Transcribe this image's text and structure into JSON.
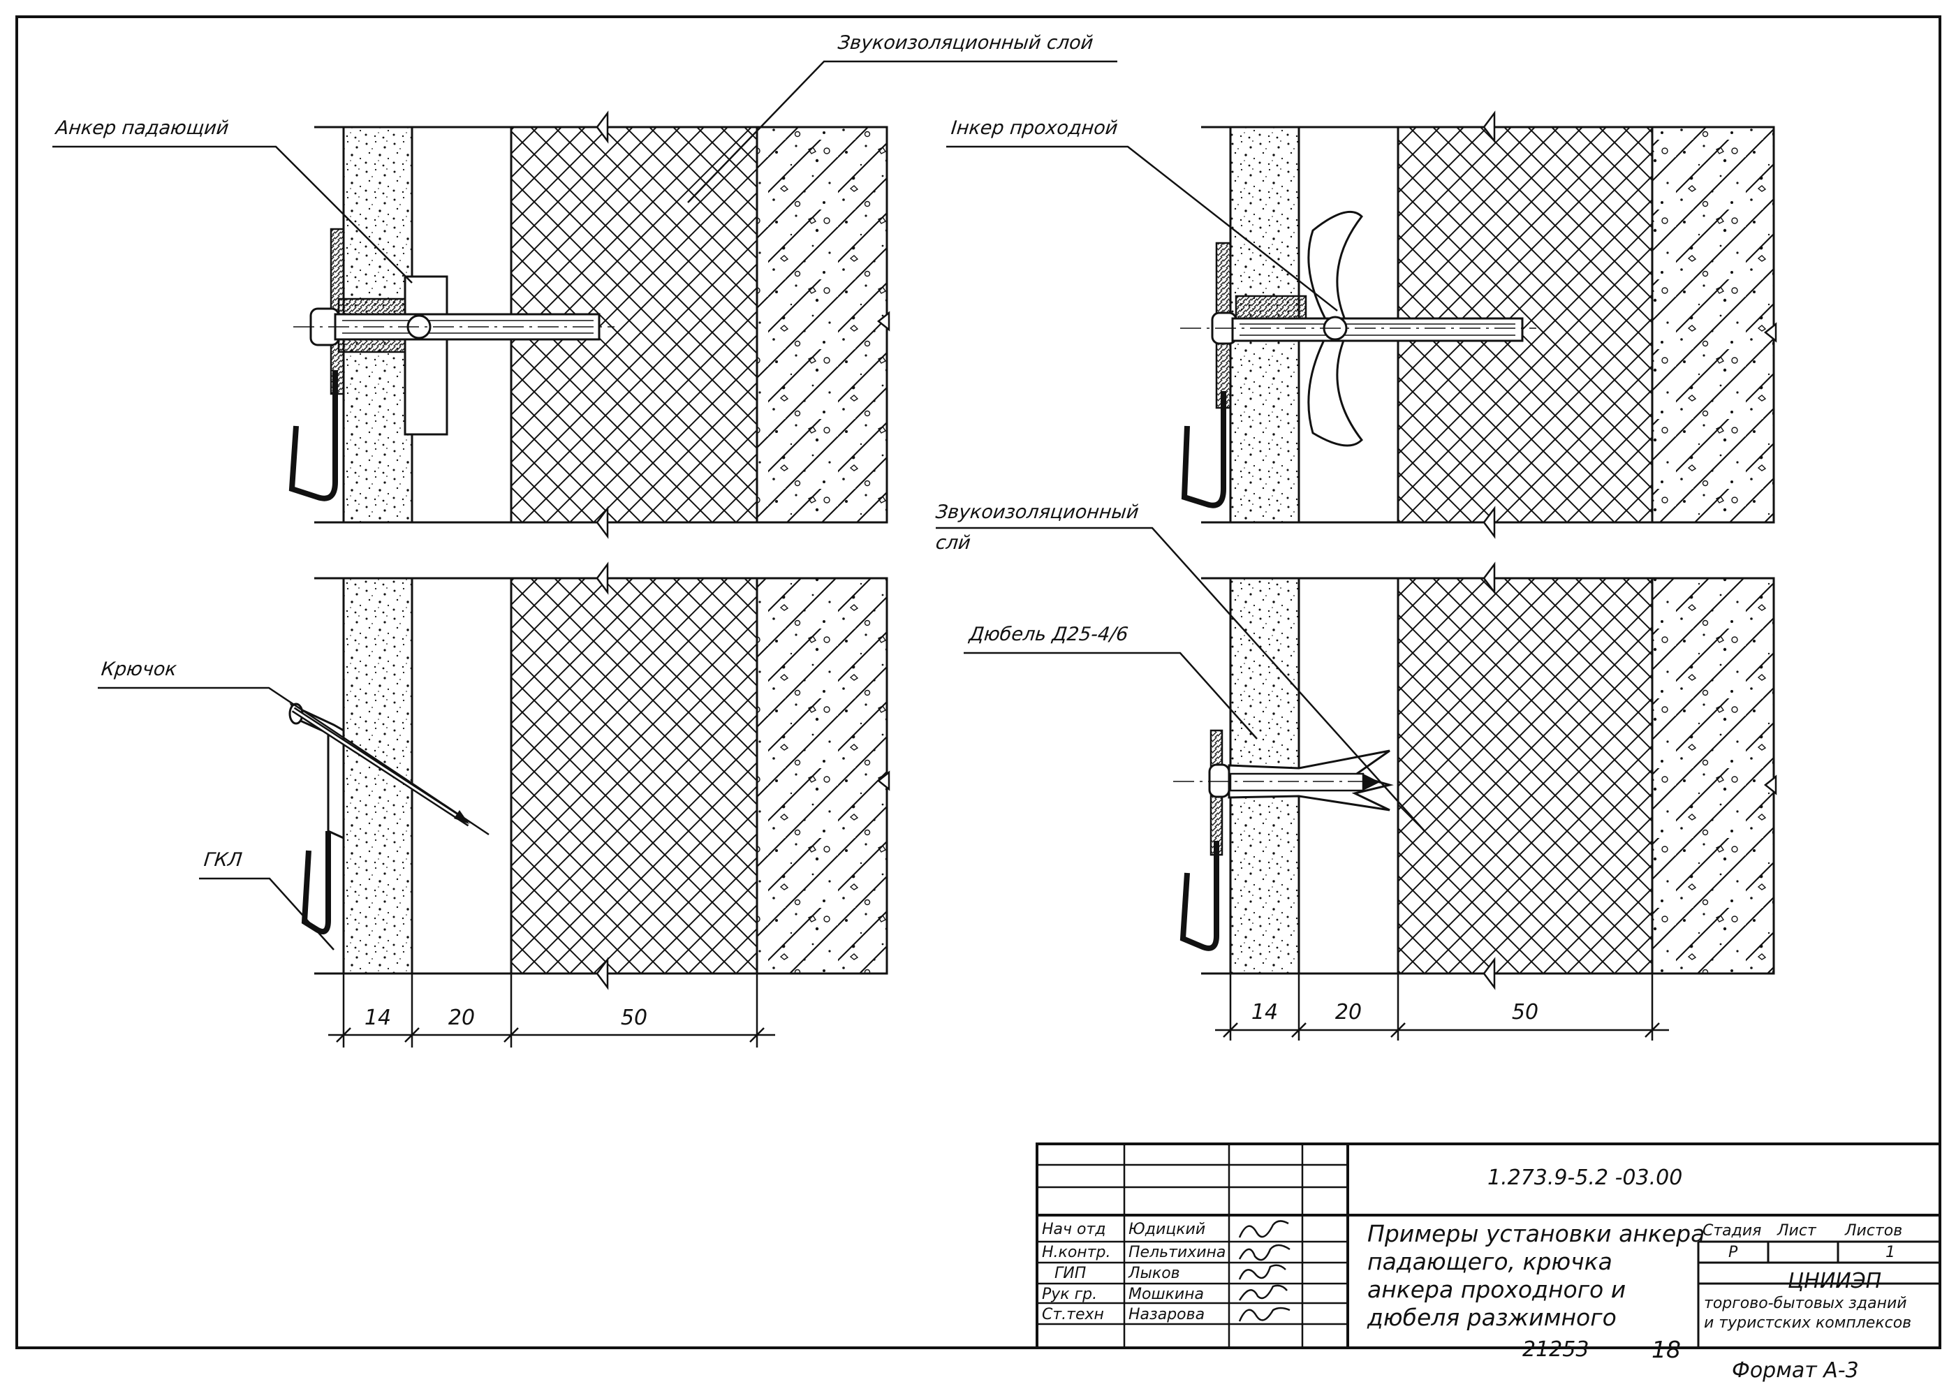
{
  "labels": {
    "falling_anchor": "Анкер падающий",
    "sound_layer_top": "Звукоизоляционный слой",
    "through_anchor": "Інкер проходной",
    "sound_layer_mid": "Звукоизоляционный",
    "sound_layer_mid_2": "слй",
    "dowel": "Дюбель Д25-4/6",
    "hook": "Крючок",
    "gkl": "ГКЛ"
  },
  "dimensions": {
    "left": [
      "14",
      "20",
      "50"
    ],
    "right": [
      "14",
      "20",
      "50"
    ]
  },
  "title_block": {
    "code": "1.273.9-5.2 -03.00",
    "title_lines": [
      "Примеры установки анкера",
      "падающего, крючка",
      "анкера проходного и",
      "дюбеля разжимного"
    ],
    "roles": [
      {
        "role": "Нач отд",
        "name": "Юдицкий"
      },
      {
        "role": "Н.контр.",
        "name": "Пельтихина"
      },
      {
        "role": "ГИП",
        "name": "Лыков"
      },
      {
        "role": "Рук гр.",
        "name": "Мошкина"
      },
      {
        "role": "Ст.техн",
        "name": "Назарова"
      }
    ],
    "stage_header": "Стадия",
    "sheet_header": "Лист",
    "sheets_header": "Листов",
    "stage": "Р",
    "sheet": "",
    "sheets": "1",
    "org_name": "ЦНИИЭП",
    "org_line2": "торгово-бытовых зданий",
    "org_line3": "и туристских комплексов"
  },
  "footer": {
    "number": "21253",
    "page": "18",
    "format": "Формат А-3"
  }
}
